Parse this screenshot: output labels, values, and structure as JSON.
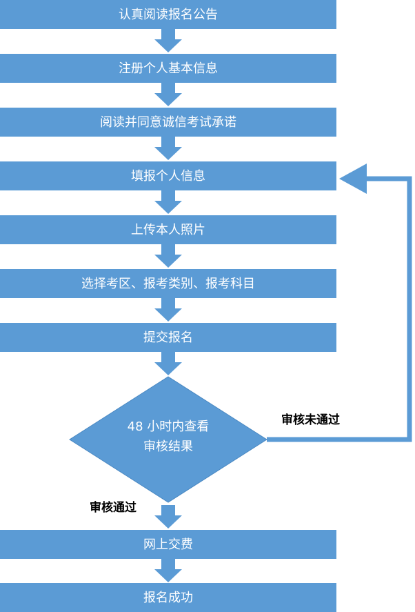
{
  "steps": [
    "认真阅读报名公告",
    "注册个人基本信息",
    "阅读并同意诚信考试承诺",
    "填报个人信息",
    "上传本人照片",
    "选择考区、报考类别、报考科目",
    "提交报名"
  ],
  "decision": {
    "line1": "48 小时内查看",
    "line2": "审核结果"
  },
  "fail_label": "审核未通过",
  "pass_label": "审核通过",
  "final_steps": [
    "网上交费",
    "报名成功"
  ],
  "colors": {
    "box": "#5b9bd5",
    "text": "#ffffff",
    "label": "#000000"
  }
}
